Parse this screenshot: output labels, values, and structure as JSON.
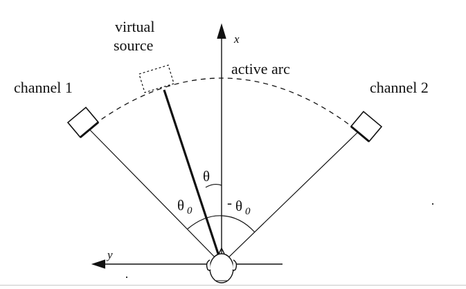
{
  "labels": {
    "channel1": "channel 1",
    "channel2": "channel 2",
    "virtual_source_line1": "virtual",
    "virtual_source_line2": "source",
    "active_arc": "active arc",
    "x_axis": "x",
    "y_axis": "y",
    "theta": "θ",
    "theta0_symbol": "θ",
    "theta0_sub": "0",
    "neg_theta0_sign": "-",
    "neg_theta0_symbol": "θ",
    "neg_theta0_sub": "0"
  },
  "colors": {
    "ink": "#111111",
    "background": "#ffffff"
  },
  "icons": {
    "listener": "head-top-view-icon",
    "speaker_left": "loudspeaker-icon",
    "speaker_right": "loudspeaker-icon",
    "virtual_speaker": "dashed-loudspeaker-icon"
  }
}
